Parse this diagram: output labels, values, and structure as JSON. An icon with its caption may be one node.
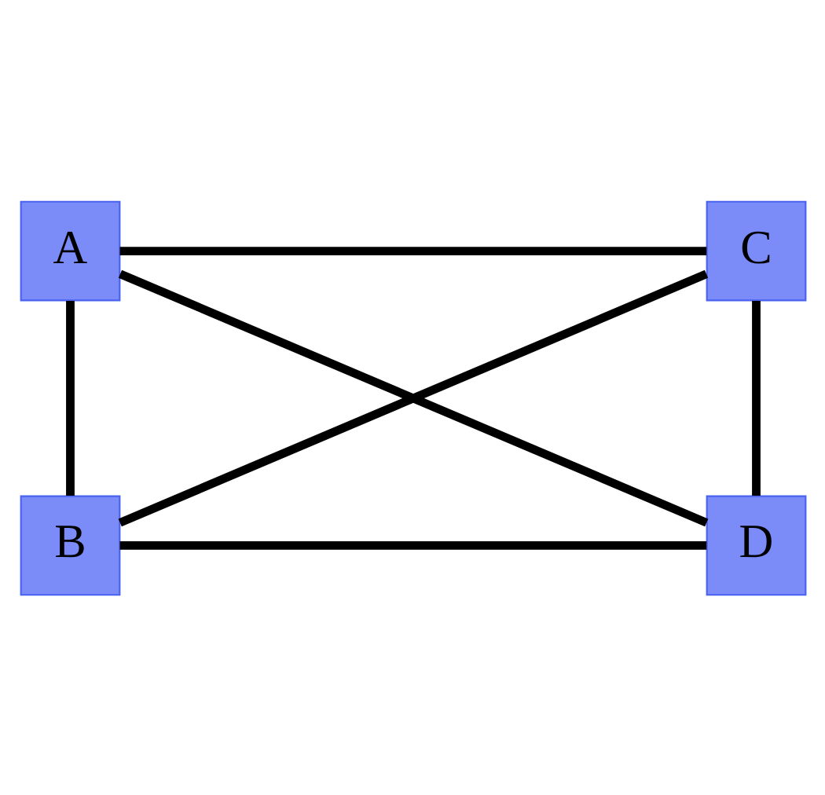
{
  "diagram": {
    "nodes": [
      {
        "text": [
          "A"
        ]
      },
      {
        "text": [
          "C"
        ]
      },
      {
        "text": [
          "B"
        ]
      },
      {
        "text": [
          "D"
        ]
      }
    ],
    "edges": [
      {
        "from": 0,
        "to": 1,
        "arrow": "none"
      },
      {
        "from": 0,
        "to": 2,
        "arrow": "none"
      },
      {
        "from": 0,
        "to": 3,
        "arrow": "none"
      },
      {
        "from": 1,
        "to": 2,
        "arrow": "none"
      },
      {
        "from": 1,
        "to": 3,
        "arrow": "none"
      },
      {
        "from": 2,
        "to": 3,
        "arrow": "none"
      }
    ]
  }
}
